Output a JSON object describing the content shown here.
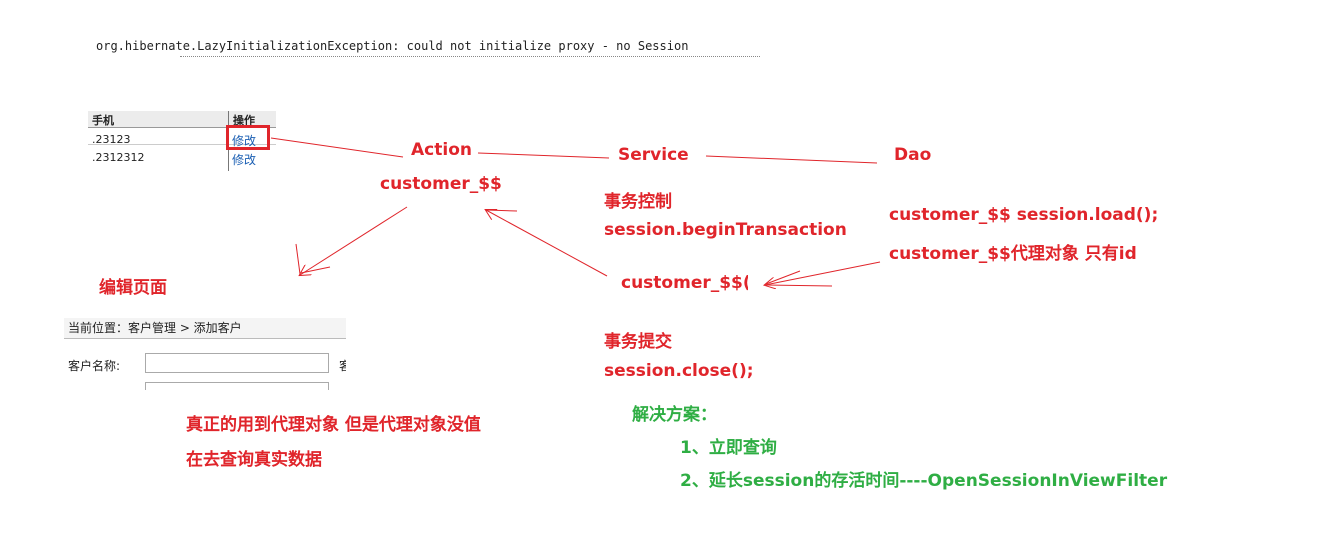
{
  "exception": {
    "line1": "org.hibernate.LazyInitializationException: could not initialize proxy - no Session"
  },
  "table": {
    "col_phone": "手机",
    "col_action": "操作",
    "rows": [
      {
        "phone": ".23123",
        "action": "修改"
      },
      {
        "phone": ".2312312",
        "action": "修改"
      }
    ]
  },
  "form": {
    "breadcrumb": "当前位置：客户管理 > 添加客户",
    "customer_name_label": "客户名称:",
    "right_edge_char": "客"
  },
  "labels": {
    "action": "Action",
    "service": "Service",
    "dao": "Dao",
    "action_var": "customer_$$",
    "edit_page": "编辑页面",
    "tx_control": "事务控制",
    "begin_tx": "session.beginTransaction",
    "dao_load": "customer_$$ session.load();",
    "dao_proxy": "customer_$$代理对象 只有id",
    "returned_var": "customer_$$(",
    "tx_commit": "事务提交",
    "session_close": "session.close();",
    "note_line1": "真正的用到代理对象 但是代理对象没值",
    "note_line2": "在去查询真实数据"
  },
  "solution": {
    "title": "解决方案：",
    "item1": "1、立即查询",
    "item2": "2、延长session的存活时间----OpenSessionInViewFilter"
  },
  "colors": {
    "red": "#e0252b",
    "green": "#2fae44",
    "link": "#1b5fb3"
  }
}
